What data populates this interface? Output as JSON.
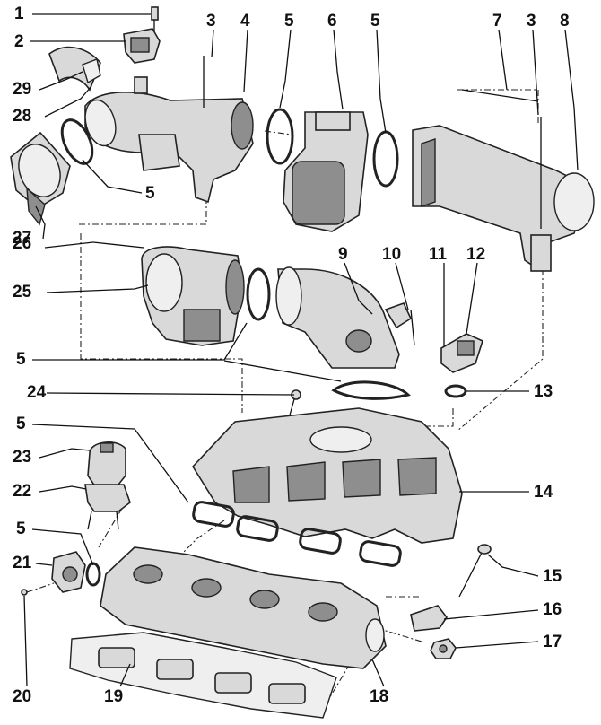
{
  "diagram": {
    "labels": [
      "1",
      "2",
      "3",
      "3",
      "4",
      "5",
      "5",
      "5",
      "5",
      "5",
      "5",
      "6",
      "7",
      "8",
      "9",
      "10",
      "11",
      "12",
      "13",
      "14",
      "15",
      "16",
      "17",
      "18",
      "19",
      "20",
      "21",
      "22",
      "23",
      "24",
      "25",
      "26",
      "27",
      "28",
      "29"
    ]
  }
}
